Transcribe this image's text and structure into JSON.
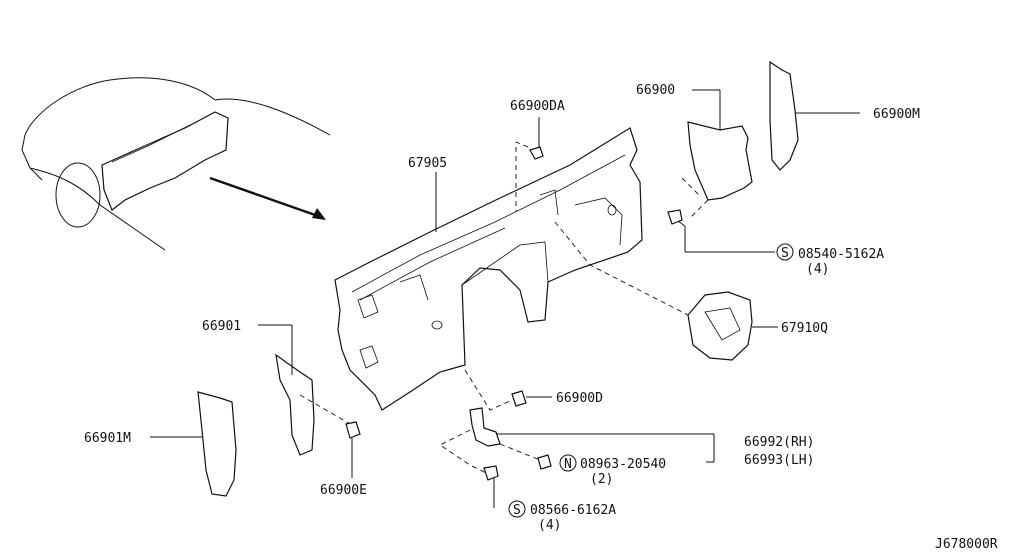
{
  "diagram": {
    "labels": {
      "p66900DA": "66900DA",
      "p66900": "66900",
      "p66900M": "66900M",
      "p67905": "67905",
      "s08540": "08540-5162A",
      "s08540_qty": "(4)",
      "p67910Q": "67910Q",
      "p66901": "66901",
      "p66900D": "66900D",
      "p66901M": "66901M",
      "p66992": "66992(RH)",
      "p66993": "66993(LH)",
      "n08963": "08963-20540",
      "n08963_qty": "(2)",
      "p66900E": "66900E",
      "s08566": "08566-6162A",
      "s08566_qty": "(4)",
      "diagram_id": "J678000R"
    },
    "symbols": {
      "screw": "S",
      "nut": "N"
    }
  }
}
